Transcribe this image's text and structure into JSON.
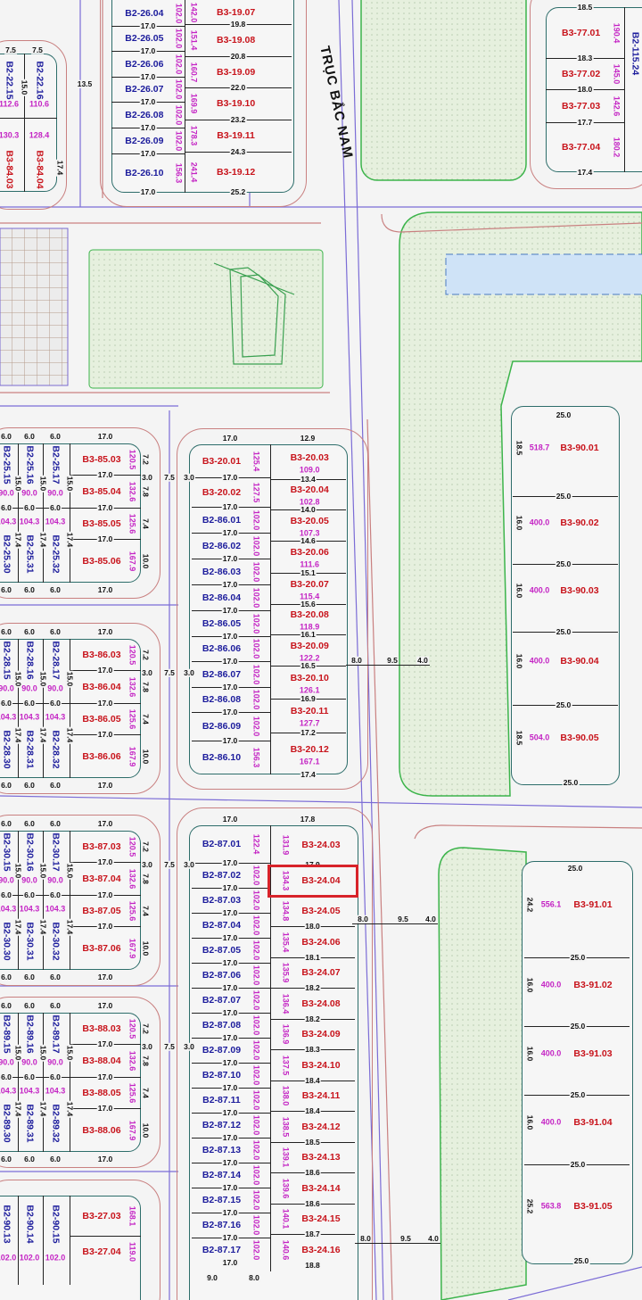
{
  "map": {
    "road_label": "TRỤC BẮC NAM",
    "highlight_lot": "B3-24.04",
    "colors": {
      "b2_label": "#1c1c9c",
      "b3_label": "#c8141c",
      "area_label": "#c424c4",
      "block_outline": "#2d6d6a",
      "road_edge": "#c98080",
      "road_centerline": "#7b6cd6",
      "park_fill": "#e4efdc",
      "park_edge": "#3cb44b",
      "water": "#cfe3f7",
      "highlight": "#d8232a"
    },
    "road_dims": {
      "cross": [
        "8.0",
        "9.5",
        "4.0"
      ],
      "between_blocks": [
        "3.0",
        "7.5",
        "3.0"
      ]
    }
  },
  "blocks": {
    "b19": {
      "left": [
        {
          "id": "B2-26.04",
          "area": "102.0"
        },
        {
          "id": "B2-26.05",
          "area": "102.0"
        },
        {
          "id": "B2-26.06",
          "area": "102.0"
        },
        {
          "id": "B2-26.07",
          "area": "102.0"
        },
        {
          "id": "B2-26.08",
          "area": "102.0"
        },
        {
          "id": "B2-26.09",
          "area": "102.0"
        },
        {
          "id": "B2-26.10",
          "area": "156.3"
        }
      ],
      "right": [
        {
          "id": "B3-19.07",
          "area": "142.0"
        },
        {
          "id": "B3-19.08",
          "area": "151.4"
        },
        {
          "id": "B3-19.09",
          "area": "160.7"
        },
        {
          "id": "B3-19.10",
          "area": "169.9"
        },
        {
          "id": "B3-19.11",
          "area": "178.3"
        },
        {
          "id": "B3-19.12",
          "area": "241.4"
        }
      ],
      "right_widths": [
        "19.8",
        "20.8",
        "22.0",
        "23.2",
        "24.3",
        "25.2"
      ],
      "left_width": "17.0"
    },
    "b22": {
      "lots": [
        {
          "id": "B2-22.15",
          "area": "112.6"
        },
        {
          "id": "B2-22.16",
          "area": "110.6"
        },
        {
          "id": "B3-84.03",
          "area": "130.3"
        },
        {
          "id": "B3-84.04",
          "area": "128.4"
        }
      ],
      "dims": [
        "7.5",
        "15.0",
        "17.4",
        "13.5"
      ]
    },
    "b77": {
      "lots": [
        {
          "id": "B3-77.01",
          "area": "190.4"
        },
        {
          "id": "B3-77.02",
          "area": "145.0"
        },
        {
          "id": "B3-77.03",
          "area": "142.6"
        },
        {
          "id": "B3-77.04",
          "area": "180.2"
        }
      ],
      "widths": [
        "18.5",
        "18.3",
        "18.0",
        "17.7",
        "17.4"
      ],
      "neighbor": "B2-115.24"
    },
    "left_blocks": [
      {
        "upper": [
          "B2-25.15",
          "B2-25.16",
          "B2-25.17"
        ],
        "upper_area": "90.0",
        "lower": [
          "B2-25.30",
          "B2-25.31",
          "B2-25.32"
        ],
        "lower_area": "104.3",
        "right": [
          {
            "id": "B3-85.03",
            "area": "120.5"
          },
          {
            "id": "B3-85.04",
            "area": "132.6"
          },
          {
            "id": "B3-85.05",
            "area": "125.6"
          },
          {
            "id": "B3-85.06",
            "area": "167.9"
          }
        ]
      },
      {
        "upper": [
          "B2-28.15",
          "B2-28.16",
          "B2-28.17"
        ],
        "upper_area": "90.0",
        "lower": [
          "B2-28.30",
          "B2-28.31",
          "B2-28.32"
        ],
        "lower_area": "104.3",
        "right": [
          {
            "id": "B3-86.03",
            "area": "120.5"
          },
          {
            "id": "B3-86.04",
            "area": "132.6"
          },
          {
            "id": "B3-86.05",
            "area": "125.6"
          },
          {
            "id": "B3-86.06",
            "area": "167.9"
          }
        ]
      },
      {
        "upper": [
          "B2-30.15",
          "B2-30.16",
          "B2-30.17"
        ],
        "upper_area": "90.0",
        "lower": [
          "B2-30.30",
          "B2-30.31",
          "B2-30.32"
        ],
        "lower_area": "104.3",
        "right": [
          {
            "id": "B3-87.03",
            "area": "120.5"
          },
          {
            "id": "B3-87.04",
            "area": "132.6"
          },
          {
            "id": "B3-87.05",
            "area": "125.6"
          },
          {
            "id": "B3-87.06",
            "area": "167.9"
          }
        ]
      },
      {
        "upper": [
          "B2-89.15",
          "B2-89.16",
          "B2-89.17"
        ],
        "upper_area": "90.0",
        "lower": [
          "B2-89.30",
          "B2-89.31",
          "B2-89.32"
        ],
        "lower_area": "104.3",
        "right": [
          {
            "id": "B3-88.03",
            "area": "120.5"
          },
          {
            "id": "B3-88.04",
            "area": "132.6"
          },
          {
            "id": "B3-88.05",
            "area": "125.6"
          },
          {
            "id": "B3-88.06",
            "area": "167.9"
          }
        ]
      }
    ],
    "left_dims": {
      "col": "6.0",
      "right": "17.0",
      "upper_h": "15.0",
      "lower_h": "17.4",
      "row_h": [
        "7.2",
        "7.8",
        "7.4",
        "10.0"
      ]
    },
    "b27": {
      "upper": [
        "B2-90.13",
        "B2-90.14",
        "B2-90.15"
      ],
      "upper_area": "102.0",
      "right": [
        {
          "id": "B3-27.03",
          "area": "168.1"
        },
        {
          "id": "B3-27.04",
          "area": "119.0"
        }
      ]
    },
    "b20": {
      "left": [
        {
          "id": "B3-20.01",
          "area": "125.4"
        },
        {
          "id": "B3-20.02",
          "area": "127.5"
        },
        {
          "id": "B2-86.01",
          "area": "102.0"
        },
        {
          "id": "B2-86.02",
          "area": "102.0"
        },
        {
          "id": "B2-86.03",
          "area": "102.0"
        },
        {
          "id": "B2-86.04",
          "area": "102.0"
        },
        {
          "id": "B2-86.05",
          "area": "102.0"
        },
        {
          "id": "B2-86.06",
          "area": "102.0"
        },
        {
          "id": "B2-86.07",
          "area": "102.0"
        },
        {
          "id": "B2-86.08",
          "area": "102.0"
        },
        {
          "id": "B2-86.09",
          "area": "102.0"
        },
        {
          "id": "B2-86.10",
          "area": "156.3"
        }
      ],
      "right": [
        {
          "id": "B3-20.03",
          "area": "109.0"
        },
        {
          "id": "B3-20.04",
          "area": "102.8"
        },
        {
          "id": "B3-20.05",
          "area": "107.3"
        },
        {
          "id": "B3-20.06",
          "area": "111.6"
        },
        {
          "id": "B3-20.07",
          "area": "115.4"
        },
        {
          "id": "B3-20.08",
          "area": "118.9"
        },
        {
          "id": "B3-20.09",
          "area": "122.2"
        },
        {
          "id": "B3-20.10",
          "area": "126.1"
        },
        {
          "id": "B3-20.11",
          "area": "127.7"
        },
        {
          "id": "B3-20.12",
          "area": "167.1"
        }
      ],
      "top_widths": [
        "17.0",
        "12.9"
      ],
      "right_widths": [
        "13.4",
        "14.0",
        "14.6",
        "15.1",
        "15.6",
        "16.1",
        "16.5",
        "16.9",
        "17.2",
        "17.4"
      ],
      "left_width": "17.0"
    },
    "b24": {
      "left": [
        {
          "id": "B2-87.01",
          "area": "122.4"
        },
        {
          "id": "B2-87.02",
          "area": "102.0"
        },
        {
          "id": "B2-87.03",
          "area": "102.0"
        },
        {
          "id": "B2-87.04",
          "area": "102.0"
        },
        {
          "id": "B2-87.05",
          "area": "102.0"
        },
        {
          "id": "B2-87.06",
          "area": "102.0"
        },
        {
          "id": "B2-87.07",
          "area": "102.0"
        },
        {
          "id": "B2-87.08",
          "area": "102.0"
        },
        {
          "id": "B2-87.09",
          "area": "102.0"
        },
        {
          "id": "B2-87.10",
          "area": "102.0"
        },
        {
          "id": "B2-87.11",
          "area": "102.0"
        },
        {
          "id": "B2-87.12",
          "area": "102.0"
        },
        {
          "id": "B2-87.13",
          "area": "102.0"
        },
        {
          "id": "B2-87.14",
          "area": "102.0"
        },
        {
          "id": "B2-87.15",
          "area": "102.0"
        },
        {
          "id": "B2-87.16",
          "area": "102.0"
        },
        {
          "id": "B2-87.17",
          "area": "102.0"
        }
      ],
      "right": [
        {
          "id": "B3-24.03",
          "area": "131.9"
        },
        {
          "id": "B3-24.04",
          "area": "134.3"
        },
        {
          "id": "B3-24.05",
          "area": "134.8"
        },
        {
          "id": "B3-24.06",
          "area": "135.4"
        },
        {
          "id": "B3-24.07",
          "area": "135.9"
        },
        {
          "id": "B3-24.08",
          "area": "136.4"
        },
        {
          "id": "B3-24.09",
          "area": "136.9"
        },
        {
          "id": "B3-24.10",
          "area": "137.5"
        },
        {
          "id": "B3-24.11",
          "area": "138.0"
        },
        {
          "id": "B3-24.12",
          "area": "138.5"
        },
        {
          "id": "B3-24.13",
          "area": "139.1"
        },
        {
          "id": "B3-24.14",
          "area": "139.6"
        },
        {
          "id": "B3-24.15",
          "area": "140.1"
        },
        {
          "id": "B3-24.16",
          "area": "140.6"
        }
      ],
      "top_widths": [
        "17.0",
        "17.8"
      ],
      "right_widths": [
        "17.9",
        "",
        "18.0",
        "18.1",
        "18.2",
        "18.2",
        "18.3",
        "18.4",
        "18.4",
        "18.5",
        "18.6",
        "18.6",
        "18.7",
        "18.8"
      ],
      "left_width": "17.0",
      "bottom_dims": [
        "9.0",
        "8.0"
      ]
    },
    "b90": {
      "lots": [
        {
          "id": "B3-90.01",
          "area": "518.7",
          "depth": "18.5"
        },
        {
          "id": "B3-90.02",
          "area": "400.0",
          "depth": "16.0"
        },
        {
          "id": "B3-90.03",
          "area": "400.0",
          "depth": "16.0"
        },
        {
          "id": "B3-90.04",
          "area": "400.0",
          "depth": "16.0"
        },
        {
          "id": "B3-90.05",
          "area": "504.0",
          "depth": "18.5"
        }
      ],
      "width": "25.0"
    },
    "b91": {
      "lots": [
        {
          "id": "B3-91.01",
          "area": "556.1",
          "depth": "24.2"
        },
        {
          "id": "B3-91.02",
          "area": "400.0",
          "depth": "16.0"
        },
        {
          "id": "B3-91.03",
          "area": "400.0",
          "depth": "16.0"
        },
        {
          "id": "B3-91.04",
          "area": "400.0",
          "depth": "16.0"
        },
        {
          "id": "B3-91.05",
          "area": "563.8",
          "depth": "25.2"
        }
      ],
      "width": "25.0"
    }
  }
}
